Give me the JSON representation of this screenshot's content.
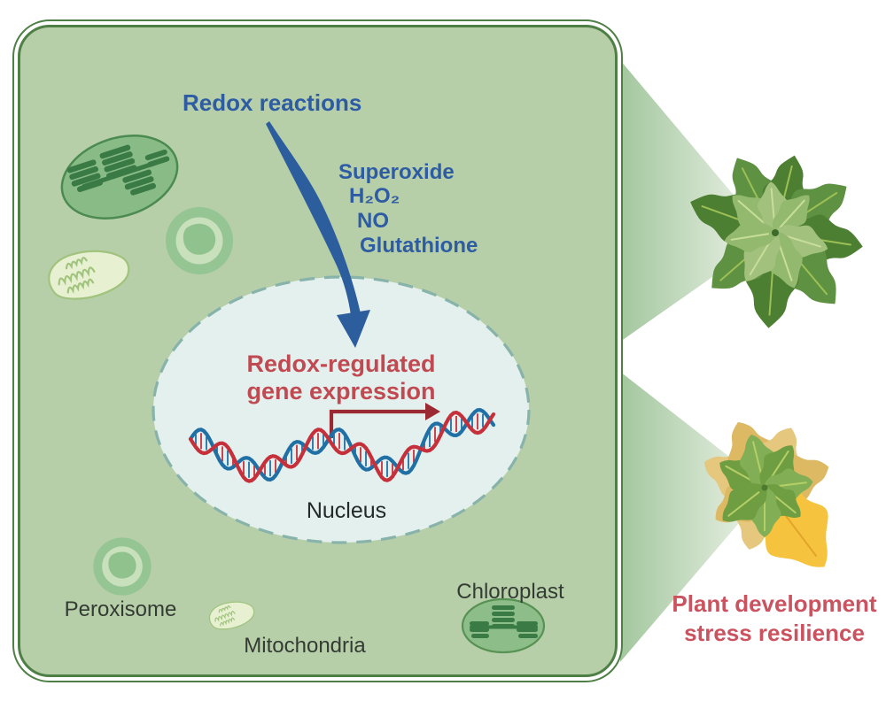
{
  "figure": {
    "title_concept": "Redox reactions regulate gene expression in the plant cell nucleus",
    "cell": {
      "redox_reactions": "Redox reactions",
      "molecules": [
        "Superoxide",
        "H₂O₂",
        "NO",
        "Glutathione"
      ],
      "nucleus_heading_line1": "Redox-regulated",
      "nucleus_heading_line2": "gene expression",
      "nucleus_label": "Nucleus",
      "peroxisome_label": "Peroxisome",
      "mitochondria_label": "Mitochondria",
      "chloroplast_label": "Chloroplast"
    },
    "outcome": {
      "line1": "Plant development",
      "line2": "stress resilience"
    },
    "colors": {
      "cell_fill": "#b7cfa9",
      "cell_border": "#4e8045",
      "nucleus_fill": "#e4f0ed",
      "nucleus_dash": "#87b3ab",
      "blue_text": "#2e5ca3",
      "blue_arrow": "#2c5d9d",
      "red_text_nucleus": "#c14a52",
      "transcription_arrow": "#9b2a32",
      "dna_red": "#c5303b",
      "dna_blue": "#2070a5",
      "outcome_red": "#cb5360",
      "healthy_leaf_dark": "#4d7f33",
      "stressed_leaf_yellow": "#f5c33d",
      "beam_green": "#a3c79e"
    }
  }
}
